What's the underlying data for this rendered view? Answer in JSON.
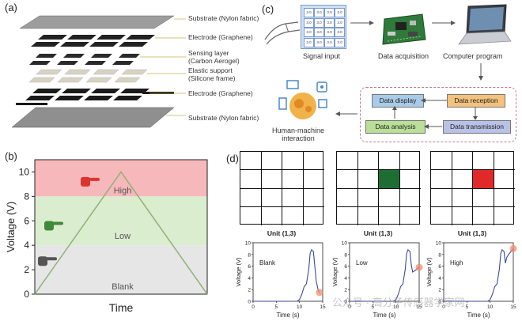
{
  "panel_labels": {
    "a": "(a)",
    "b": "(b)",
    "c": "(c)",
    "d": "(d)"
  },
  "panel_a": {
    "layers": [
      {
        "label": "Substrate (Nylon fabric)"
      },
      {
        "label": "Electrode (Graphene)"
      },
      {
        "label": "Sensing layer (Carbon Aerogel)"
      },
      {
        "label": "Elastic support (Silicone frame)"
      },
      {
        "label": "Electrode (Graphene)"
      },
      {
        "label": "Substrate (Nylon fabric)"
      }
    ]
  },
  "panel_b": {
    "chart_data": {
      "type": "line",
      "x": [
        0,
        4,
        8
      ],
      "y": [
        0,
        10,
        0
      ],
      "ylabel": "Voltage (V)",
      "xlabel": "Time",
      "ylim": [
        0,
        11
      ],
      "yticks": [
        "0",
        "2",
        "4",
        "6",
        "8",
        "10"
      ],
      "bands": [
        {
          "label": "High",
          "from": 8,
          "to": 11,
          "color": "#f7b8bb"
        },
        {
          "label": "Low",
          "from": 4,
          "to": 8,
          "color": "#dbedcf"
        },
        {
          "label": "Blank",
          "from": 0,
          "to": 4,
          "color": "#e6e6e6"
        }
      ]
    }
  },
  "panel_c": {
    "signal_input": "Signal input",
    "data_acquisition": "Data acquisition",
    "computer_program": "Computer program",
    "human_machine": "Human-machine\ninteraction",
    "keypad_values": [
      "3.0",
      "3.0",
      "3.0",
      "3.0",
      "3.0",
      "3.0",
      "3.0",
      "3.0",
      "3.0",
      "3.0",
      "3.0",
      "3.0",
      "3.0",
      "3.0",
      "3.0",
      "3.0"
    ],
    "flow": {
      "data_display": "Data display",
      "data_reception": "Data reception",
      "data_analysis": "Data analysis",
      "data_transmission": "Data transmission"
    }
  },
  "panel_d": {
    "units": [
      {
        "caption": "Unit (1,3)",
        "highlight_color": null,
        "plot_label": "Blank"
      },
      {
        "caption": "Unit (1,3)",
        "highlight_color": "#1e6e34",
        "plot_label": "Low"
      },
      {
        "caption": "Unit (1,3)",
        "highlight_color": "#e02a2a",
        "plot_label": "High"
      }
    ],
    "chart_data": [
      {
        "type": "line",
        "title": "Blank",
        "ylabel": "Voltage (V)",
        "xlabel": "Time (s)",
        "ylim": [
          0,
          10
        ],
        "xlim": [
          0,
          15
        ],
        "yticks": [
          "0",
          "2",
          "4",
          "6",
          "8",
          "10"
        ],
        "xticks": [
          "0",
          "5",
          "10",
          "15"
        ],
        "x": [
          0,
          9.5,
          10,
          10.5,
          11,
          11.5,
          12,
          12.3,
          12.6,
          13,
          13.3,
          13.6,
          14,
          14.3
        ],
        "y": [
          0,
          0,
          0.3,
          1.2,
          2.5,
          3.0,
          5.5,
          8.2,
          8.8,
          8.5,
          6.0,
          3.5,
          2.0,
          1.5
        ]
      },
      {
        "type": "line",
        "title": "Low",
        "ylabel": "Voltage (V)",
        "xlabel": "Time (s)",
        "ylim": [
          0,
          10
        ],
        "xlim": [
          0,
          15
        ],
        "yticks": [
          "0",
          "2",
          "4",
          "6",
          "8",
          "10"
        ],
        "xticks": [
          "0",
          "5",
          "10",
          "15"
        ],
        "x": [
          0,
          9.5,
          10,
          10.5,
          11,
          11.5,
          12,
          12.3,
          12.6,
          13,
          13.3,
          13.6,
          14,
          14.5,
          15
        ],
        "y": [
          0,
          0,
          0.3,
          1.2,
          2.5,
          3.0,
          5.5,
          8.2,
          8.8,
          8.5,
          6.2,
          5.0,
          5.2,
          5.5,
          5.8
        ]
      },
      {
        "type": "line",
        "title": "High",
        "ylabel": "Voltage (V)",
        "xlabel": "Time (s)",
        "ylim": [
          0,
          10
        ],
        "xlim": [
          0,
          15
        ],
        "yticks": [
          "0",
          "2",
          "4",
          "6",
          "8",
          "10"
        ],
        "xticks": [
          "0",
          "5",
          "10",
          "15"
        ],
        "x": [
          0,
          9.5,
          10,
          10.5,
          11,
          11.5,
          12,
          12.3,
          12.6,
          13,
          13.3,
          13.6,
          14,
          14.5,
          15
        ],
        "y": [
          0,
          0,
          0.3,
          1.2,
          2.5,
          3.0,
          5.5,
          8.2,
          8.8,
          8.5,
          6.5,
          7.5,
          8.0,
          8.5,
          9.0
        ]
      }
    ]
  },
  "watermark": "公众号 · 高分子传感器学家网"
}
